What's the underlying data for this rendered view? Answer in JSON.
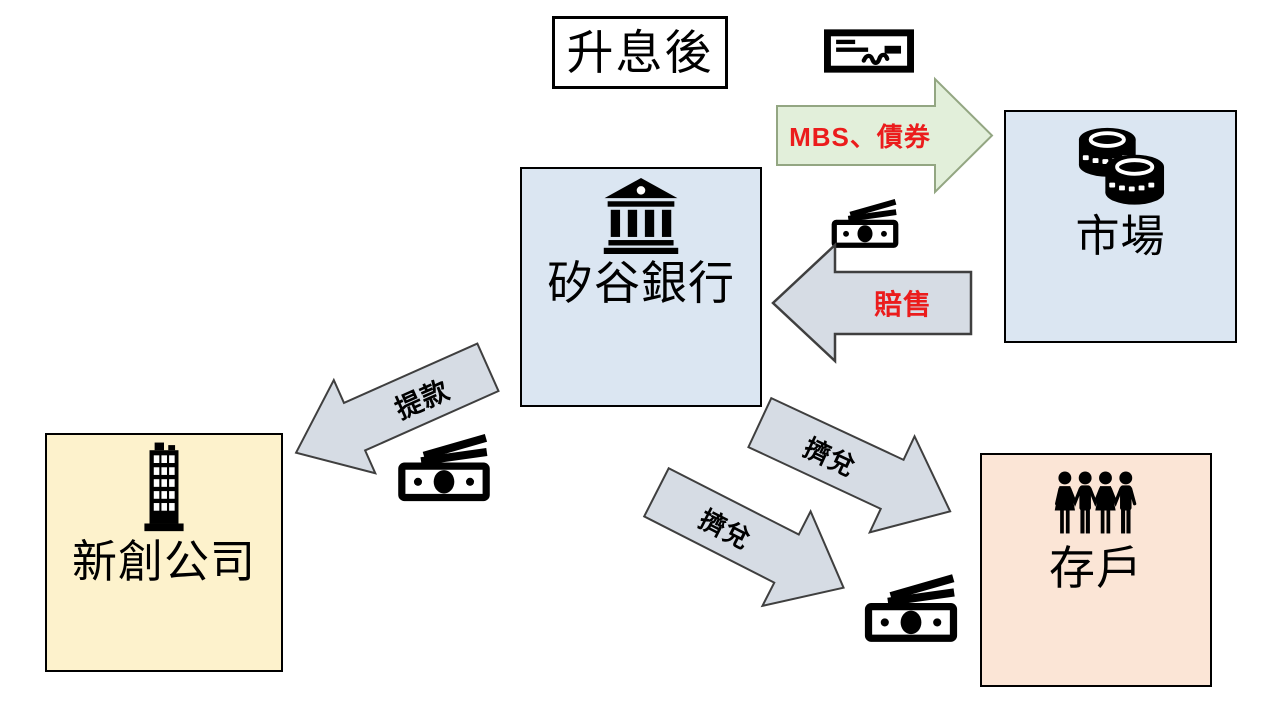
{
  "slide": {
    "background": "#ffffff",
    "title": "升息後"
  },
  "nodes": {
    "bank": {
      "label": "矽谷銀行",
      "fill": "#dbe6f2",
      "border": "#000000",
      "icon": "bank-building-icon"
    },
    "market": {
      "label": "市場",
      "fill": "#dbe6f2",
      "border": "#000000",
      "icon": "coin-stacks-icon"
    },
    "startup": {
      "label": "新創公司",
      "fill": "#fdf2cc",
      "border": "#000000",
      "icon": "office-building-icon"
    },
    "depositors": {
      "label": "存戶",
      "fill": "#fbe5d6",
      "border": "#000000",
      "icon": "people-group-icon"
    }
  },
  "arrows": {
    "mbs": {
      "label": "MBS、債券",
      "label_color": "#eb1c1c",
      "fill": "#e2efda",
      "stroke": "#93a682",
      "from": "矽谷銀行",
      "to": "市場",
      "direction": "right"
    },
    "firesale": {
      "label": "賠售",
      "label_color": "#eb1c1c",
      "fill": "#d6dce4",
      "stroke": "#3f3f3f",
      "from": "市場",
      "to": "矽谷銀行",
      "direction": "left"
    },
    "withdraw": {
      "label": "提款",
      "label_color": "#000000",
      "fill": "#d6dce4",
      "stroke": "#3f3f3f",
      "from": "矽谷銀行",
      "to": "新創公司",
      "direction": "down-left"
    },
    "bankrun_upper": {
      "label": "擠兌",
      "label_color": "#000000",
      "fill": "#d6dce4",
      "stroke": "#3f3f3f",
      "from": "矽谷銀行",
      "to": "存戶",
      "direction": "down-right"
    },
    "bankrun_lower": {
      "label": "擠兌",
      "label_color": "#000000",
      "fill": "#d6dce4",
      "stroke": "#3f3f3f",
      "from": "矽谷銀行",
      "to": "存戶",
      "direction": "down-right"
    }
  },
  "decorations": {
    "check_icon": "cheque-icon",
    "money_icons": [
      "banknotes-icon-top",
      "banknotes-icon-left",
      "banknotes-icon-bottom"
    ]
  }
}
